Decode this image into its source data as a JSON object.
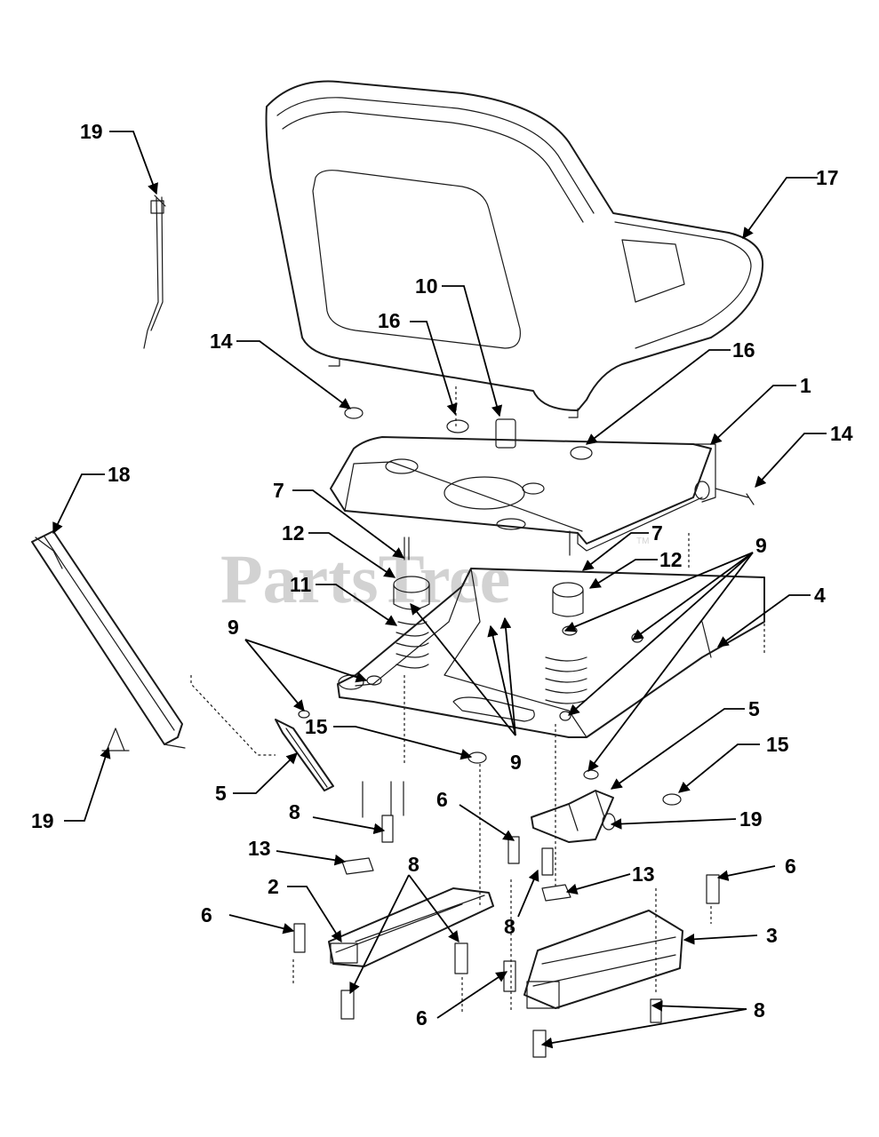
{
  "watermark": {
    "text": "PartsTree",
    "trademark": "TM"
  },
  "callouts": {
    "c17": "17",
    "c19a": "19",
    "c10": "10",
    "c16a": "16",
    "c14a": "14",
    "c16b": "16",
    "c1": "1",
    "c14b": "14",
    "c18": "18",
    "c7a": "7",
    "c12a": "12",
    "c11": "11",
    "c9a": "9",
    "c7b": "7",
    "c12b": "12",
    "c9b": "9",
    "c4": "4",
    "c15a": "15",
    "c9c": "9",
    "c5a": "5",
    "c15b": "15",
    "c5b": "5",
    "c19b": "19",
    "c19c": "19",
    "c8a": "8",
    "c6a": "6",
    "c13a": "13",
    "c8b": "8",
    "c2": "2",
    "c13b": "13",
    "c6b": "6",
    "c8c": "8",
    "c3": "3",
    "c6c": "6",
    "c6d": "6",
    "c8d": "8"
  }
}
